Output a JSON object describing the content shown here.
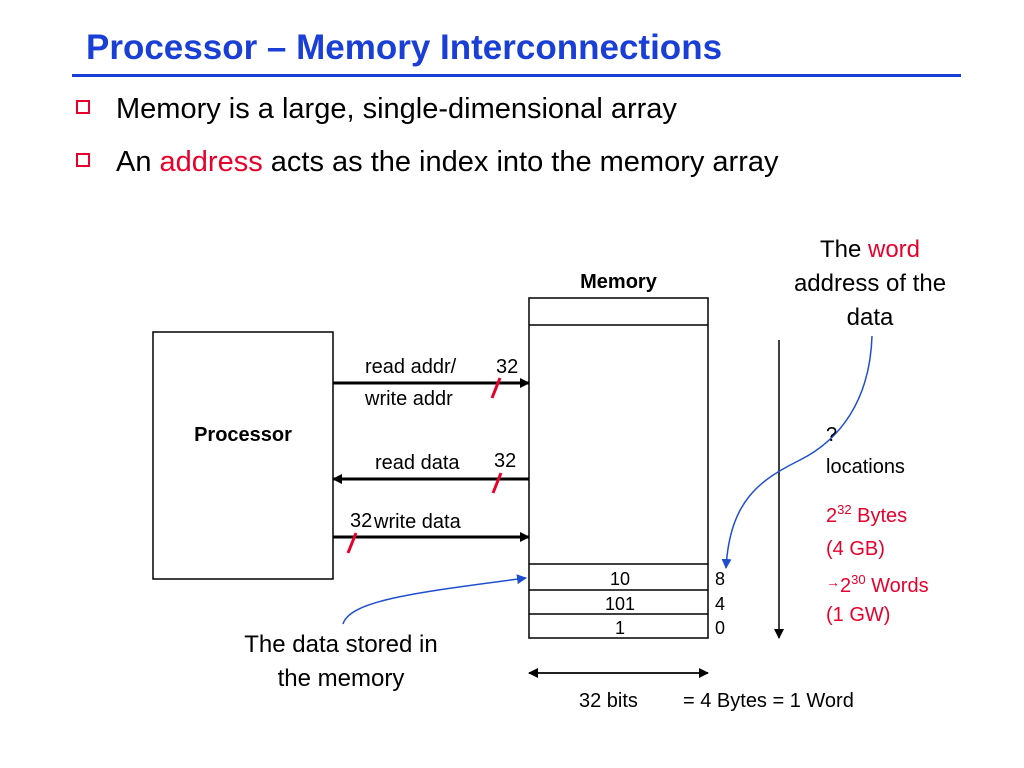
{
  "colors": {
    "title": "#1a3fd6",
    "accent": "#e8002d",
    "curve": "#1f4fcf"
  },
  "title": "Processor – Memory Interconnections",
  "bullets": [
    {
      "text": "Memory is a large, single-dimensional array"
    },
    {
      "pre": "An ",
      "highlight": "address",
      "post": " acts as the index into the memory array"
    }
  ],
  "processor_label": "Processor",
  "memory_label": "Memory",
  "buses": {
    "read_addr_line1": "read addr/",
    "read_addr_line2": "write addr",
    "read_addr_width": "32",
    "read_data": "read data",
    "read_data_width": "32",
    "write_data": "write data",
    "write_data_width": "32"
  },
  "memory_cells": [
    {
      "value": "10",
      "address": "8"
    },
    {
      "value": "101",
      "address": "4"
    },
    {
      "value": "1",
      "address": "0"
    }
  ],
  "word_address_note": {
    "pre": "The ",
    "highlight": "word",
    "line2": "address of the",
    "line3": "data"
  },
  "locations": {
    "line1": "?",
    "line2": "locations"
  },
  "capacity": {
    "bytes_base": "2",
    "bytes_exp": "32",
    "bytes_unit": " Bytes",
    "bytes_gb": "(4 GB)",
    "arrow": "→",
    "words_base": "2",
    "words_exp": "30",
    "words_unit": " Words",
    "words_gw": "(1 GW)"
  },
  "data_note": {
    "line1": "The data stored in",
    "line2": "the memory"
  },
  "width_note": {
    "bits": "32 bits",
    "equals": "= 4 Bytes = 1 Word"
  }
}
